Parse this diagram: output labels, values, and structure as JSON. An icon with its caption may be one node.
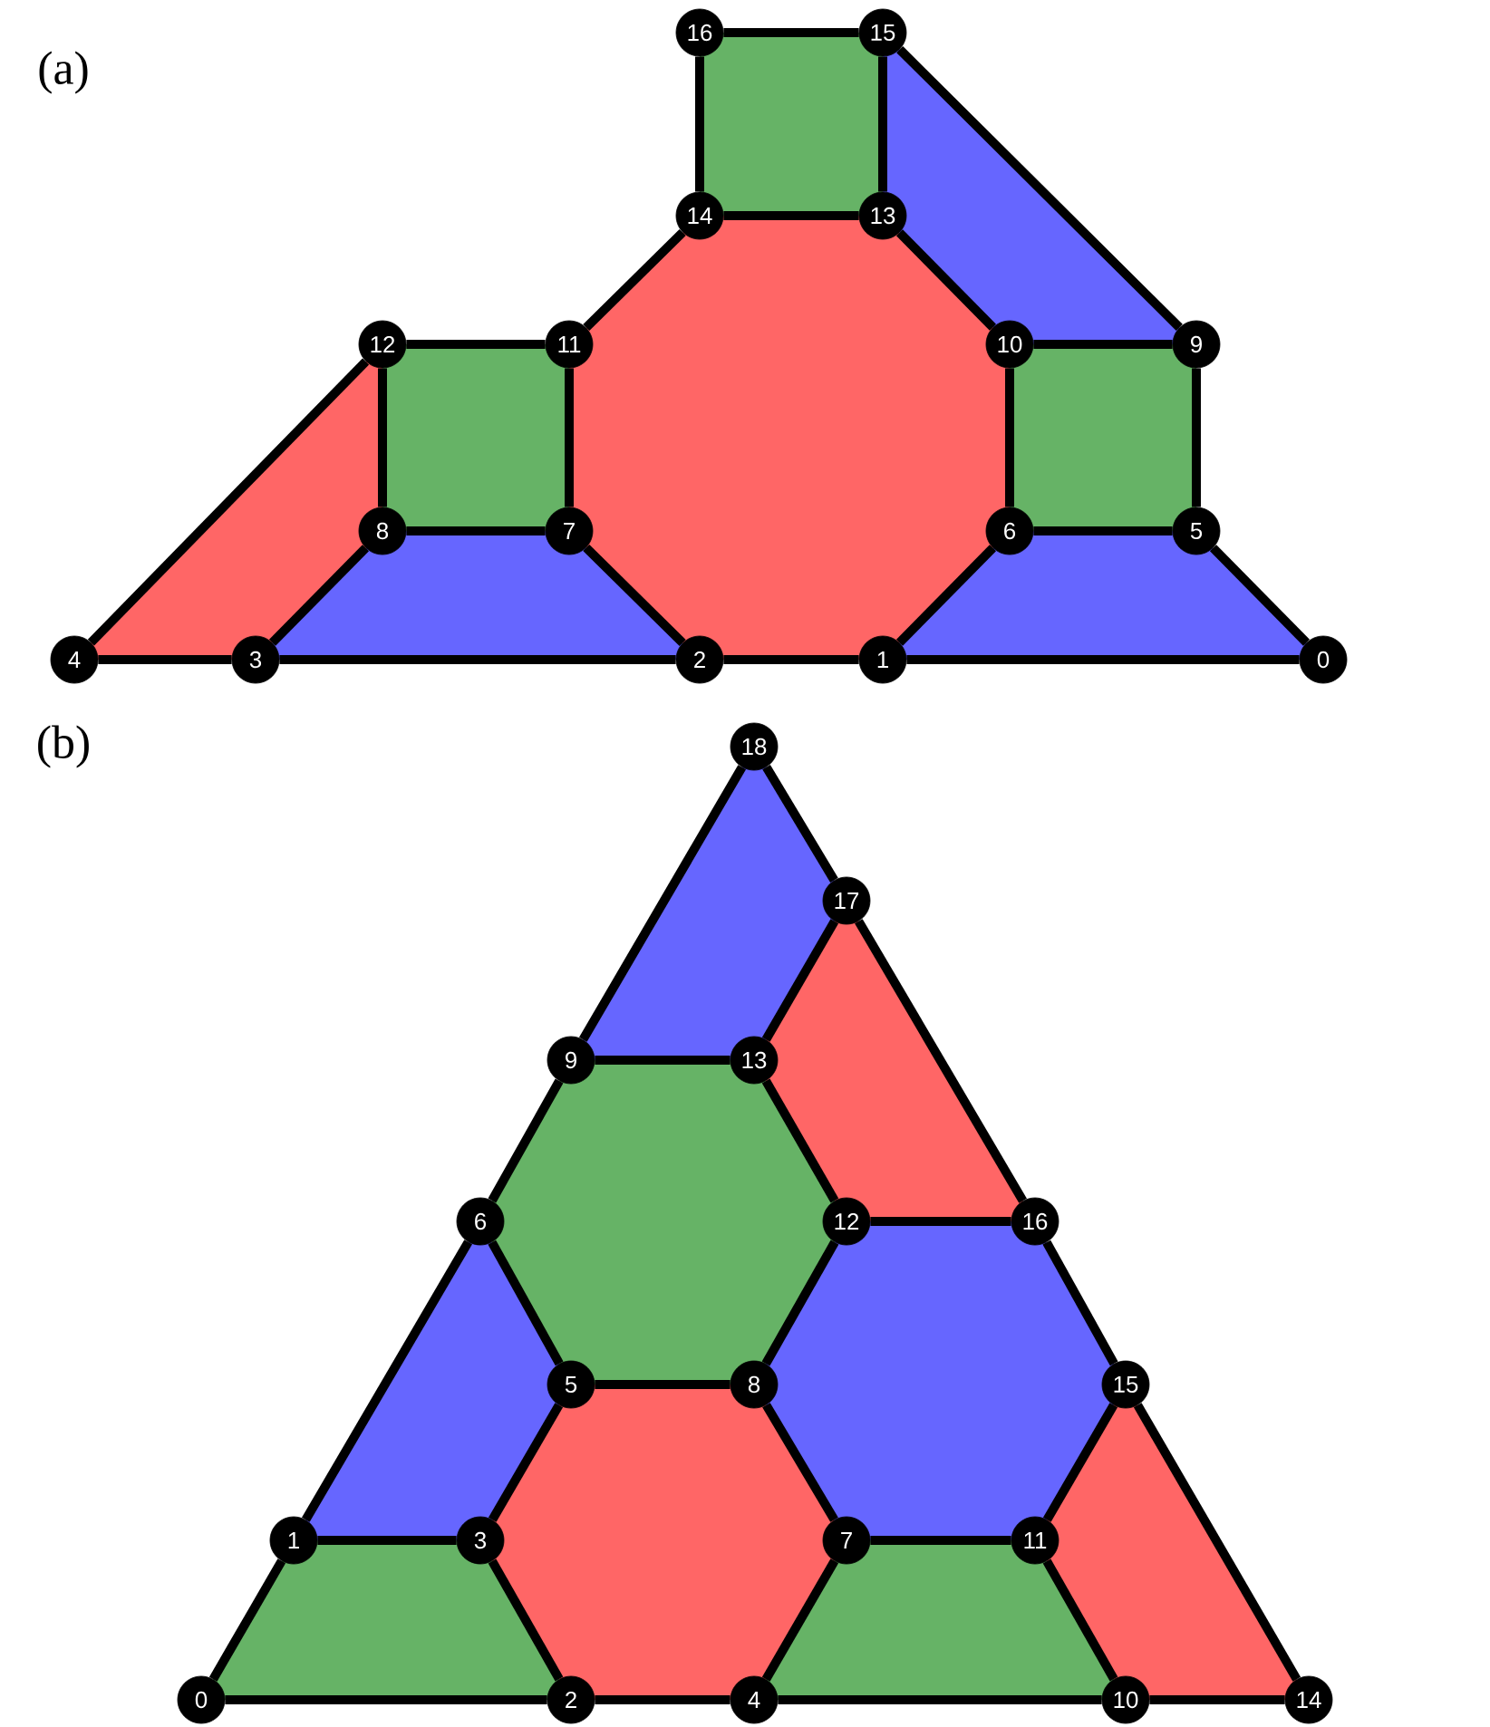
{
  "diagram": {
    "nodes": [
      {
        "text": [
          "0"
        ]
      },
      {
        "text": [
          "1"
        ]
      },
      {
        "text": [
          "2"
        ]
      },
      {
        "text": [
          "3"
        ]
      },
      {
        "text": [
          "4"
        ]
      },
      {
        "text": [
          "5"
        ]
      },
      {
        "text": [
          "6"
        ]
      },
      {
        "text": [
          "7"
        ]
      },
      {
        "text": [
          "8"
        ]
      },
      {
        "text": [
          "9"
        ]
      },
      {
        "text": [
          "10"
        ]
      },
      {
        "text": [
          "11"
        ]
      },
      {
        "text": [
          "12"
        ]
      },
      {
        "text": [
          "13"
        ]
      },
      {
        "text": [
          "14"
        ]
      },
      {
        "text": [
          "15"
        ]
      },
      {
        "text": [
          "16"
        ]
      },
      {
        "text": [
          "0"
        ]
      },
      {
        "text": [
          "1"
        ]
      },
      {
        "text": [
          "2"
        ]
      },
      {
        "text": [
          "3"
        ]
      },
      {
        "text": [
          "4"
        ]
      },
      {
        "text": [
          "5"
        ]
      },
      {
        "text": [
          "6"
        ]
      },
      {
        "text": [
          "7"
        ]
      },
      {
        "text": [
          "8"
        ]
      },
      {
        "text": [
          "9"
        ]
      },
      {
        "text": [
          "10"
        ]
      },
      {
        "text": [
          "11"
        ]
      },
      {
        "text": [
          "12"
        ]
      },
      {
        "text": [
          "13"
        ]
      },
      {
        "text": [
          "14"
        ]
      },
      {
        "text": [
          "15"
        ]
      },
      {
        "text": [
          "16"
        ]
      },
      {
        "text": [
          "17"
        ]
      },
      {
        "text": [
          "18"
        ]
      }
    ],
    "edges": [
      {
        "from": 0,
        "to": 1,
        "arrow": "none"
      },
      {
        "from": 1,
        "to": 2,
        "arrow": "none"
      },
      {
        "from": 2,
        "to": 3,
        "arrow": "none"
      },
      {
        "from": 3,
        "to": 4,
        "arrow": "none"
      },
      {
        "from": 0,
        "to": 5,
        "arrow": "none"
      },
      {
        "from": 5,
        "to": 6,
        "arrow": "none"
      },
      {
        "from": 6,
        "to": 1,
        "arrow": "none"
      },
      {
        "from": 5,
        "to": 9,
        "arrow": "none"
      },
      {
        "from": 9,
        "to": 10,
        "arrow": "none"
      },
      {
        "from": 10,
        "to": 6,
        "arrow": "none"
      },
      {
        "from": 9,
        "to": 15,
        "arrow": "none"
      },
      {
        "from": 15,
        "to": 13,
        "arrow": "none"
      },
      {
        "from": 13,
        "to": 10,
        "arrow": "none"
      },
      {
        "from": 15,
        "to": 16,
        "arrow": "none"
      },
      {
        "from": 16,
        "to": 14,
        "arrow": "none"
      },
      {
        "from": 14,
        "to": 13,
        "arrow": "none"
      },
      {
        "from": 14,
        "to": 11,
        "arrow": "none"
      },
      {
        "from": 11,
        "to": 7,
        "arrow": "none"
      },
      {
        "from": 7,
        "to": 2,
        "arrow": "none"
      },
      {
        "from": 11,
        "to": 12,
        "arrow": "none"
      },
      {
        "from": 12,
        "to": 8,
        "arrow": "none"
      },
      {
        "from": 8,
        "to": 7,
        "arrow": "none"
      },
      {
        "from": 8,
        "to": 3,
        "arrow": "none"
      },
      {
        "from": 12,
        "to": 4,
        "arrow": "none"
      },
      {
        "from": 17,
        "to": 18,
        "arrow": "none"
      },
      {
        "from": 18,
        "to": 20,
        "arrow": "none"
      },
      {
        "from": 20,
        "to": 19,
        "arrow": "none"
      },
      {
        "from": 19,
        "to": 17,
        "arrow": "none"
      },
      {
        "from": 19,
        "to": 21,
        "arrow": "none"
      },
      {
        "from": 20,
        "to": 22,
        "arrow": "none"
      },
      {
        "from": 18,
        "to": 23,
        "arrow": "none"
      },
      {
        "from": 22,
        "to": 23,
        "arrow": "none"
      },
      {
        "from": 22,
        "to": 25,
        "arrow": "none"
      },
      {
        "from": 25,
        "to": 24,
        "arrow": "none"
      },
      {
        "from": 24,
        "to": 21,
        "arrow": "none"
      },
      {
        "from": 21,
        "to": 27,
        "arrow": "none"
      },
      {
        "from": 27,
        "to": 28,
        "arrow": "none"
      },
      {
        "from": 28,
        "to": 24,
        "arrow": "none"
      },
      {
        "from": 27,
        "to": 31,
        "arrow": "none"
      },
      {
        "from": 31,
        "to": 32,
        "arrow": "none"
      },
      {
        "from": 32,
        "to": 28,
        "arrow": "none"
      },
      {
        "from": 25,
        "to": 29,
        "arrow": "none"
      },
      {
        "from": 29,
        "to": 33,
        "arrow": "none"
      },
      {
        "from": 33,
        "to": 32,
        "arrow": "none"
      },
      {
        "from": 23,
        "to": 26,
        "arrow": "none"
      },
      {
        "from": 26,
        "to": 30,
        "arrow": "none"
      },
      {
        "from": 30,
        "to": 29,
        "arrow": "none"
      },
      {
        "from": 30,
        "to": 34,
        "arrow": "none"
      },
      {
        "from": 34,
        "to": 35,
        "arrow": "none"
      },
      {
        "from": 35,
        "to": 26,
        "arrow": "none"
      },
      {
        "from": 34,
        "to": 33,
        "arrow": "none"
      }
    ],
    "labels": [
      "(a)",
      "(b)"
    ]
  }
}
